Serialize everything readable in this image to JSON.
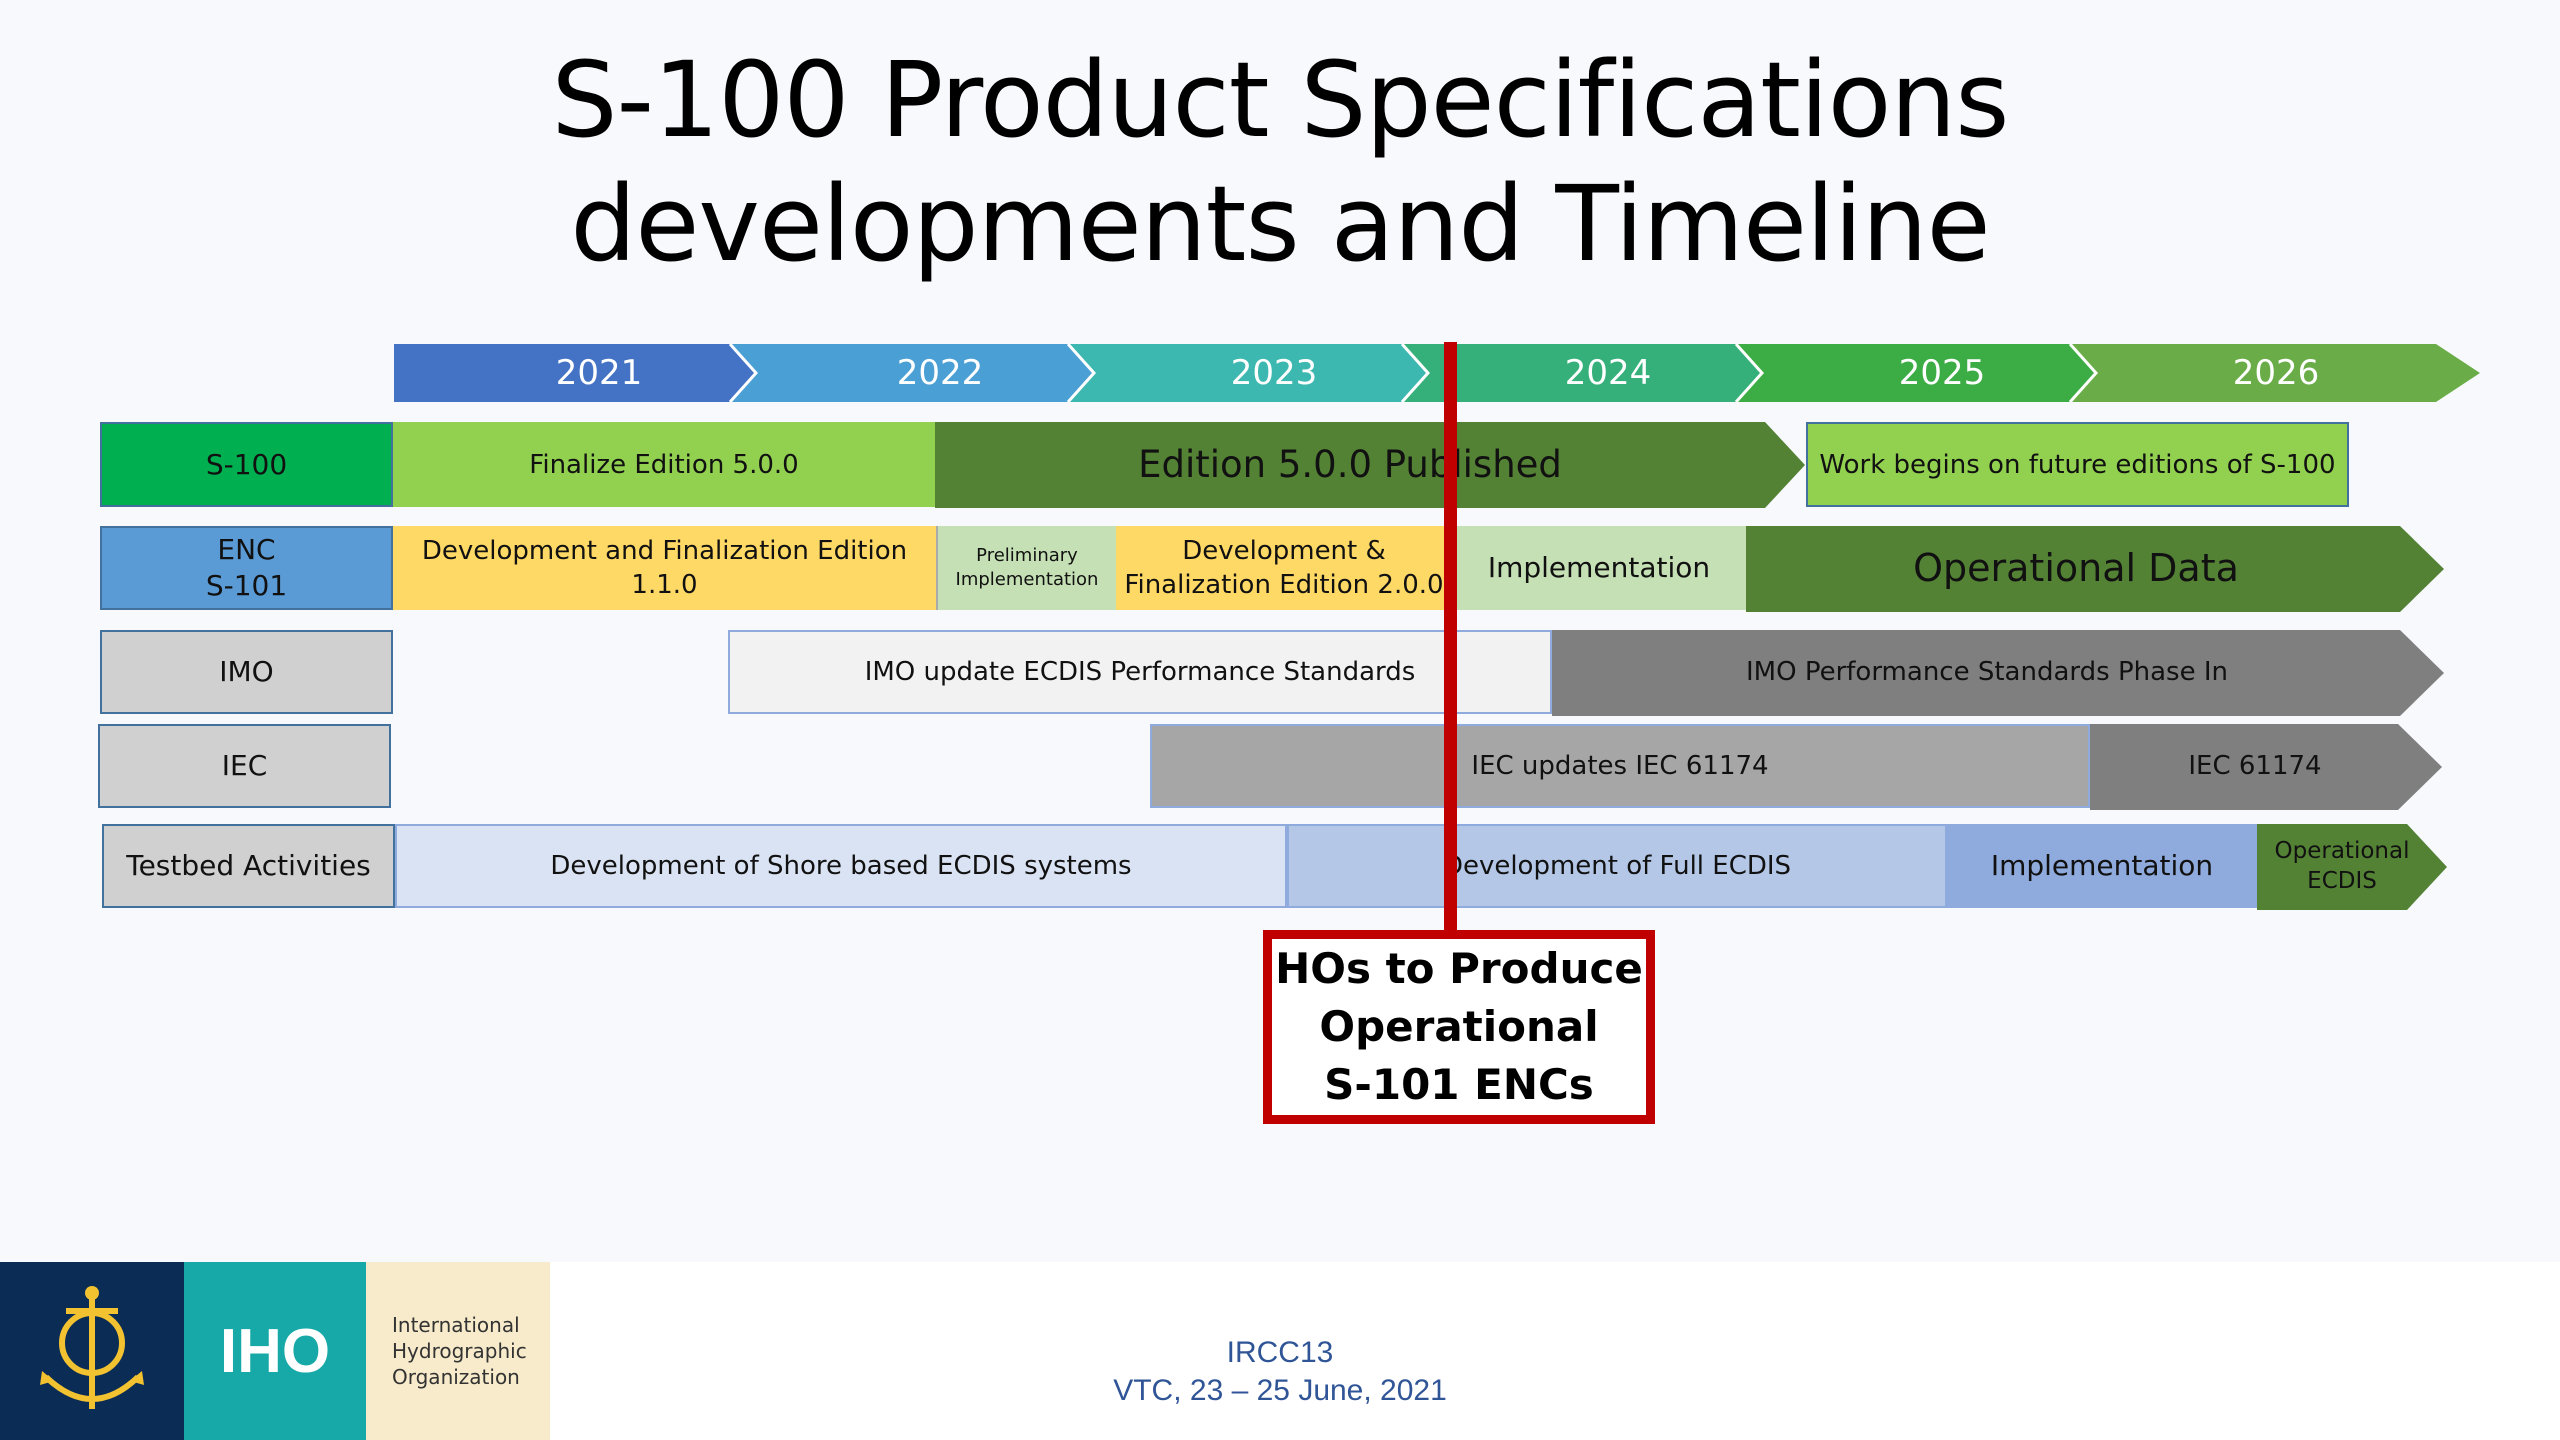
{
  "title": {
    "line1": "S-100 Product Specifications",
    "line2": "developments and Timeline"
  },
  "years": [
    "2021",
    "2022",
    "2023",
    "2024",
    "2025",
    "2026"
  ],
  "rows": {
    "s100": {
      "label": "S-100",
      "bars": [
        "Finalize Edition 5.0.0",
        "Edition 5.0.0 Published",
        "Work begins on future editions of S-100"
      ]
    },
    "s101": {
      "label_line1": "ENC",
      "label_line2": "S-101",
      "bars": {
        "dev1_line1": "Development and Finalization Edition",
        "dev1_line2": "1.1.0",
        "prelim_line1": "Preliminary",
        "prelim_line2": "Implementation",
        "dev2_line1": "Development &",
        "dev2_line2": "Finalization Edition 2.0.0",
        "impl": "Implementation",
        "operational": "Operational Data"
      }
    },
    "imo": {
      "label": "IMO",
      "bars": [
        "IMO update ECDIS Performance Standards",
        "IMO Performance Standards Phase In"
      ]
    },
    "iec": {
      "label": "IEC",
      "bars": [
        "IEC updates IEC 61174",
        "IEC 61174"
      ]
    },
    "testbed": {
      "label": "Testbed Activities",
      "bars": {
        "shore": "Development of Shore based ECDIS systems",
        "full": "Development of Full ECDIS",
        "impl": "Implementation",
        "op_line1": "Operational",
        "op_line2": "ECDIS"
      }
    }
  },
  "callout": {
    "line1": "HOs to Produce",
    "line2": "Operational",
    "line3": "S-101 ENCs"
  },
  "footer": {
    "logo_text": "IHO",
    "org_line1": "International",
    "org_line2": "Hydrographic",
    "org_line3": "Organization",
    "conf_line1": "IRCC13",
    "conf_line2": "VTC, 23 – 25 June, 2021"
  },
  "colors": {
    "year_2021": "#4472c4",
    "year_2022": "#4a9fd4",
    "year_2023": "#3db8b0",
    "year_2024": "#35b07a",
    "year_2025": "#3cac45",
    "year_2026": "#6aad48",
    "s100_label": "#00b050",
    "light_green": "#92d050",
    "dark_green": "#548235",
    "yellow": "#ffd966",
    "pale_green": "#c5e0b4",
    "blue": "#5b9bd5",
    "grey": "#d0d0d0",
    "dark_grey": "#7f7f7f",
    "mid_grey": "#a6a6a6",
    "pale_blue": "#dae3f3",
    "lavender": "#b4c7e7",
    "periwinkle": "#8faadc",
    "red": "#c00000"
  }
}
